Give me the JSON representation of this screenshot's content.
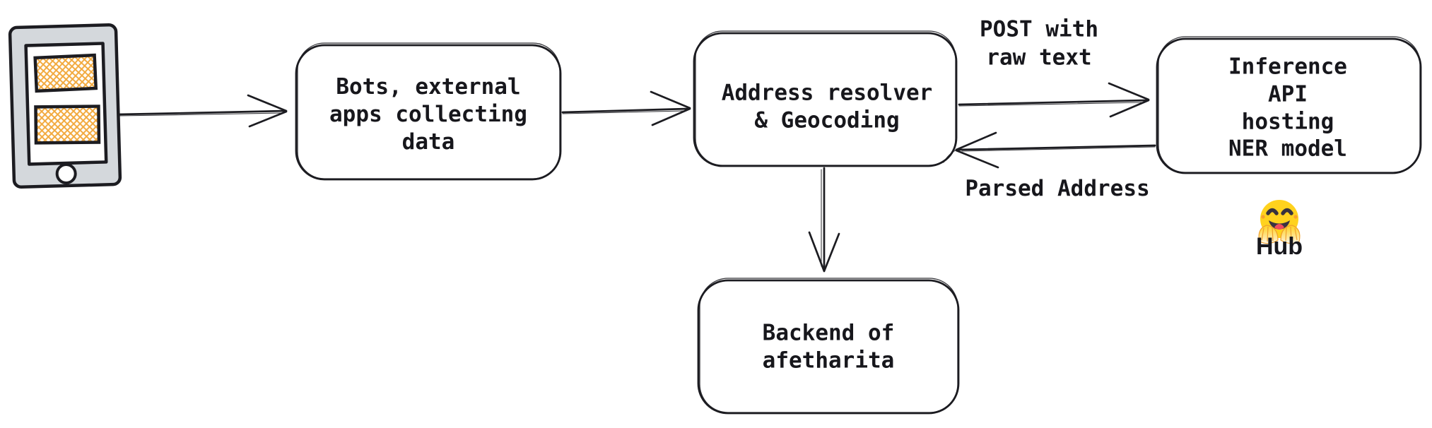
{
  "colors": {
    "ink": "#1c1c21",
    "phone_body": "#d4d8dc",
    "hatch_orange": "#f2a93d",
    "emoji_yellow": "#ffd21e",
    "label_text": "#17171c",
    "canvas_bg": "#ffffff"
  },
  "nodes": {
    "bots": {
      "label": "Bots, external\napps collecting\ndata"
    },
    "resolver": {
      "label": "Address resolver\n& Geocoding"
    },
    "inference": {
      "label": "Inference API\nhosting NER model"
    },
    "backend": {
      "label": "Backend of\nafetharita"
    }
  },
  "edges": {
    "post": {
      "label": "POST with\nraw text"
    },
    "parsed": {
      "label": "Parsed Address"
    }
  },
  "hub": {
    "label": "Hub"
  },
  "icons": {
    "phone": "phone-icon",
    "hub": "hugging-face-emoji"
  }
}
